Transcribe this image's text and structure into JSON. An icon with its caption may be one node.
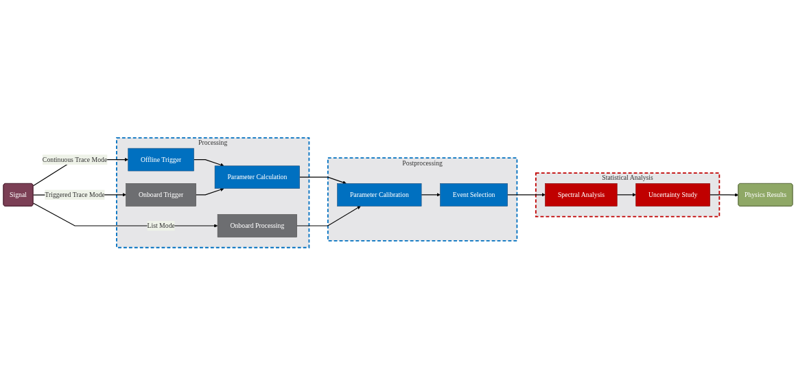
{
  "diagram": {
    "nodes": [
      {
        "text": [
          "Processing"
        ]
      },
      {
        "text": [
          "Offline Trigger"
        ],
        "in": 0
      },
      {
        "text": [
          "Onboard Trigger"
        ],
        "in": 0
      },
      {
        "text": [
          "Parameter Calculation"
        ],
        "in": 0
      },
      {
        "text": [
          "Onboard Processing"
        ],
        "in": 0
      },
      {
        "text": [
          "Postprocessing"
        ]
      },
      {
        "text": [
          "Parameter Calibration"
        ],
        "in": 5
      },
      {
        "text": [
          "Event Selection"
        ],
        "in": 5
      },
      {
        "text": [
          "Statistical Analysis"
        ]
      },
      {
        "text": [
          "Spectral Analysis"
        ],
        "in": 8
      },
      {
        "text": [
          "Uncertainty Study"
        ],
        "in": 8
      },
      {
        "text": [
          "Signal"
        ]
      },
      {
        "text": [
          "Physics Results"
        ]
      }
    ],
    "edges": [
      {
        "from": 11,
        "to": 1,
        "arrow": "to",
        "label": "Continuous Trace Mode"
      },
      {
        "from": 11,
        "to": 2,
        "arrow": "to",
        "label": "Triggered Trace Mode"
      },
      {
        "from": 11,
        "to": 4,
        "arrow": "to",
        "label": "List Mode"
      },
      {
        "from": 1,
        "to": 3,
        "arrow": "to"
      },
      {
        "from": 2,
        "to": 3,
        "arrow": "to"
      },
      {
        "from": 3,
        "to": 6,
        "arrow": "to"
      },
      {
        "from": 4,
        "to": 6,
        "arrow": "to"
      },
      {
        "from": 6,
        "to": 7,
        "arrow": "to"
      },
      {
        "from": 7,
        "to": 9,
        "arrow": "to"
      },
      {
        "from": 9,
        "to": 10,
        "arrow": "to"
      },
      {
        "from": 10,
        "to": 12,
        "arrow": "to"
      }
    ]
  }
}
